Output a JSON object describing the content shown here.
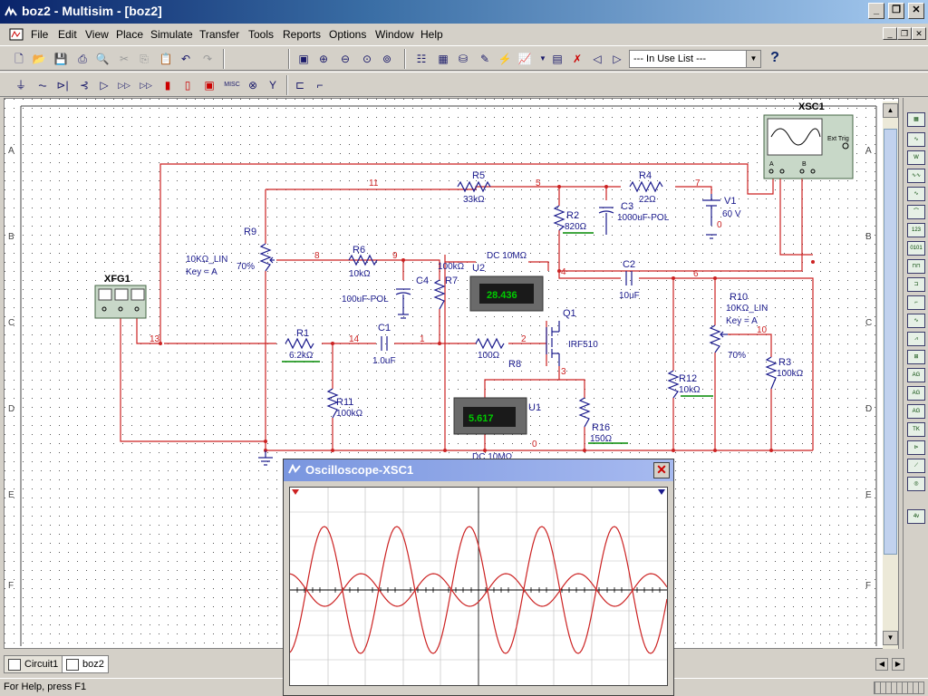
{
  "window": {
    "title": "boz2 - Multisim - [boz2]"
  },
  "menu": {
    "items": [
      "File",
      "Edit",
      "View",
      "Place",
      "Simulate",
      "Transfer",
      "Tools",
      "Reports",
      "Options",
      "Window",
      "Help"
    ]
  },
  "toolbar": {
    "in_use_list": "--- In Use List ---",
    "misc_label": "MISC"
  },
  "schematic": {
    "instruments": {
      "function_generator": "XFG1",
      "oscilloscope": "XSC1",
      "scope_ext_trig": "Ext Trig",
      "scope_channel_a": "A",
      "scope_channel_b": "B"
    },
    "components": {
      "r5": {
        "name": "R5",
        "value": "33kΩ"
      },
      "r4": {
        "name": "R4",
        "value": "22Ω"
      },
      "v1": {
        "name": "V1",
        "value": "60 V"
      },
      "r9": {
        "name": "R9",
        "value": "10KΩ_LIN",
        "key": "Key = A",
        "percent": "70%"
      },
      "r6": {
        "name": "R6",
        "value": "10kΩ"
      },
      "c4": {
        "name": "C4",
        "value": "100uF-POL"
      },
      "r7": {
        "name": "R7",
        "value": "100kΩ"
      },
      "r2": {
        "name": "R2",
        "value": "820Ω"
      },
      "c3": {
        "name": "C3",
        "value": "1000uF-POL"
      },
      "c2": {
        "name": "C2",
        "value": "10uF"
      },
      "r10": {
        "name": "R10",
        "value": "10KΩ_LIN",
        "key": "Key = A",
        "percent": "70%"
      },
      "r1": {
        "name": "R1",
        "value": "6.2kΩ"
      },
      "c1": {
        "name": "C1",
        "value": "1.0uF"
      },
      "r8": {
        "name": "R8",
        "value": "100Ω"
      },
      "q1": {
        "name": "Q1",
        "value": "IRF510"
      },
      "r11": {
        "name": "R11",
        "value": "100kΩ"
      },
      "r12": {
        "name": "R12",
        "value": "10kΩ"
      },
      "r3": {
        "name": "R3",
        "value": "100kΩ"
      },
      "r16": {
        "name": "R16",
        "value": "150Ω"
      }
    },
    "meters": {
      "u2": {
        "name": "U2",
        "reading": "28.436",
        "mode": "DC  10MΩ"
      },
      "u1": {
        "name": "U1",
        "reading": "5.617",
        "mode": "DC  10MΩ"
      }
    },
    "nodes": [
      "11",
      "5",
      "7",
      "0",
      "8",
      "9",
      "4",
      "6",
      "13",
      "14",
      "1",
      "2",
      "3",
      "10",
      "0"
    ],
    "border_rows": [
      "A",
      "B",
      "C",
      "D",
      "E",
      "F"
    ]
  },
  "oscilloscope_window": {
    "title": "Oscilloscope-XSC1"
  },
  "tabs": [
    {
      "label": "Circuit1"
    },
    {
      "label": "boz2"
    }
  ],
  "status": {
    "text": "For Help, press F1"
  },
  "colors": {
    "wire": "#cc2222",
    "component": "#1a1a8c",
    "meter_display": "#00cc00"
  }
}
